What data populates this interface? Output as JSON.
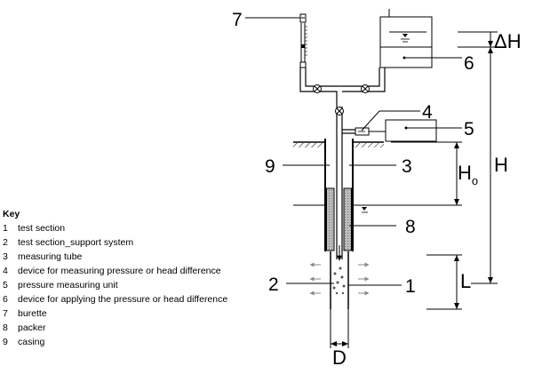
{
  "key": {
    "title": "Key",
    "items": [
      {
        "num": "1",
        "text": "test section"
      },
      {
        "num": "2",
        "text": "test section_support system"
      },
      {
        "num": "3",
        "text": "measuring tube"
      },
      {
        "num": "4",
        "text": "device for measuring pressure or head difference"
      },
      {
        "num": "5",
        "text": "pressure measuring unit"
      },
      {
        "num": "6",
        "text": "device for applying the pressure or head difference"
      },
      {
        "num": "7",
        "text": "burette"
      },
      {
        "num": "8",
        "text": "packer"
      },
      {
        "num": "9",
        "text": "casing"
      }
    ]
  },
  "callouts": {
    "c1": "1",
    "c2": "2",
    "c3": "3",
    "c4": "4",
    "c5": "5",
    "c6": "6",
    "c7": "7",
    "c8": "8",
    "c9": "9"
  },
  "dimensions": {
    "delta_h": "ΔH",
    "h": "H",
    "h0_main": "H",
    "h0_sub": "o",
    "l": "L",
    "d": "D"
  }
}
